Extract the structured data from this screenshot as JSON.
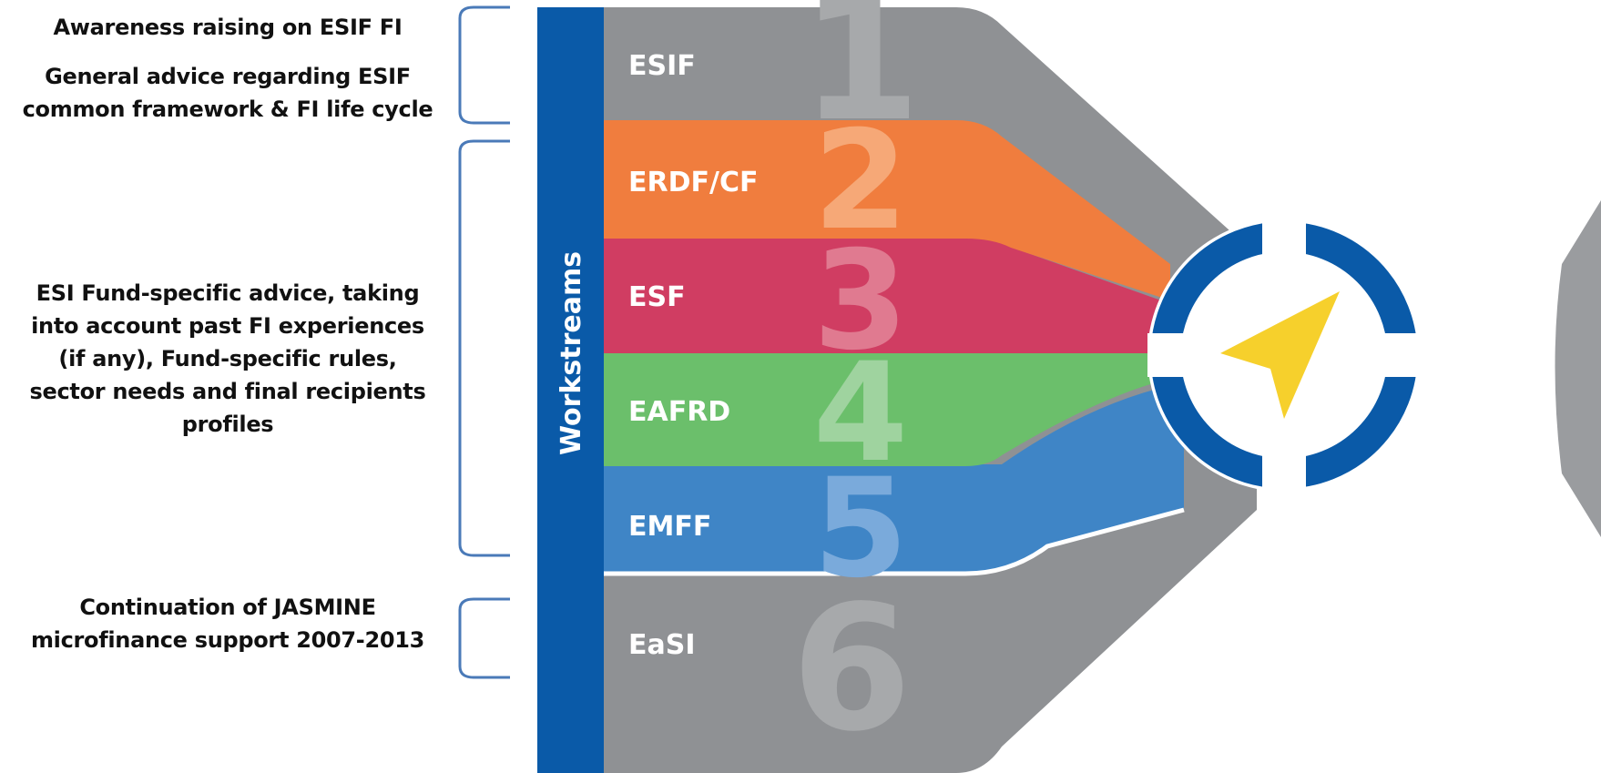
{
  "annotations": {
    "awareness": "Awareness raising on ESIF FI",
    "general_advice": [
      "General advice regarding ESIF",
      "common framework & FI life cycle"
    ],
    "fund_specific": [
      "ESI Fund-specific advice, taking",
      "into account past FI experiences",
      "(if any), Fund-specific rules,",
      "sector needs and final recipients",
      "profiles"
    ],
    "jasmine": [
      "Continuation of JASMINE",
      "microfinance support  2007-2013"
    ]
  },
  "sidebar": {
    "label": "Workstreams",
    "color": "#0a5aa8"
  },
  "workstreams": [
    {
      "number": "1",
      "label": "ESIF",
      "color": "#8f9194"
    },
    {
      "number": "2",
      "label": "ERDF/CF",
      "color": "#f07d3e"
    },
    {
      "number": "3",
      "label": "ESF",
      "color": "#d03d62"
    },
    {
      "number": "4",
      "label": "EAFRD",
      "color": "#6bbf6b"
    },
    {
      "number": "5",
      "label": "EMFF",
      "color": "#3f85c6"
    },
    {
      "number": "6",
      "label": "EaSI",
      "color": "#8f9194"
    }
  ],
  "compass": {
    "ring_color": "#0a5aa8",
    "needle_color": "#f6d02c",
    "icon": "compass-icon"
  },
  "brace_color": "#4a7ab8"
}
